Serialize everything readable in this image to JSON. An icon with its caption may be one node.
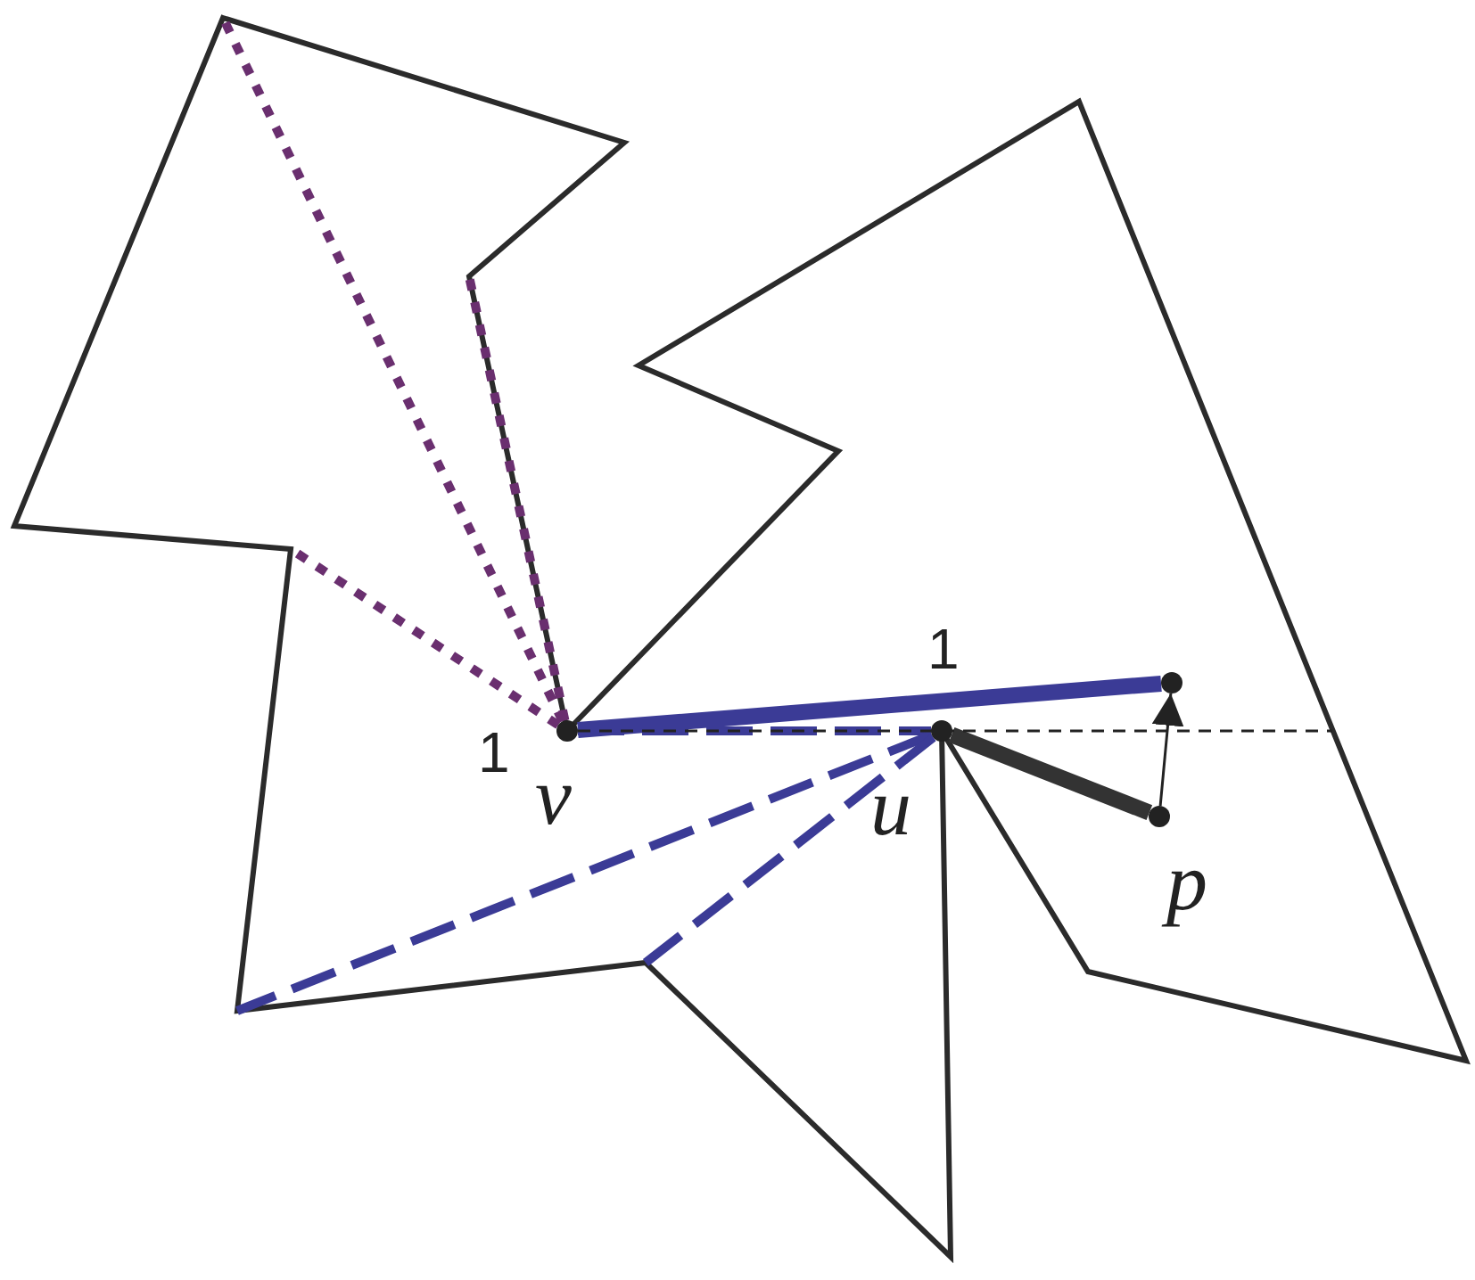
{
  "diagram": {
    "nodes": [
      {
        "text": [
          "v"
        ],
        "beside": [
          "1"
        ]
      },
      {
        "text": [
          "u"
        ]
      },
      {
        "text": [
          "p"
        ]
      },
      {
        "text": [],
        "shape": "circle"
      }
    ],
    "edges": [
      {
        "from": 0,
        "to": 3,
        "arrow": "none",
        "label": "1",
        "style": "thick",
        "color": "#3b3b96"
      },
      {
        "from": 0,
        "to": 1,
        "arrow": "none",
        "style": "dashed",
        "color": "#3b3b96"
      },
      {
        "from": 1,
        "to": 2,
        "arrow": "none",
        "style": "thick",
        "color": "#333333"
      },
      {
        "from": 2,
        "to": 3,
        "arrow": "to",
        "color": "#222222"
      },
      {
        "from": 1,
        "to": null,
        "arrow": "none",
        "style": "dashed",
        "color": "#3b3b96"
      },
      {
        "from": 1,
        "to": null,
        "arrow": "none",
        "style": "dashed",
        "color": "#3b3b96"
      },
      {
        "from": 0,
        "to": null,
        "arrow": "none",
        "style": "dashed",
        "color": "#6a2f6f"
      },
      {
        "from": 0,
        "to": null,
        "arrow": "none",
        "style": "dashed",
        "color": "#6a2f6f"
      },
      {
        "from": 0,
        "to": null,
        "arrow": "none",
        "style": "dashed",
        "color": "#6a2f6f"
      },
      {
        "from": 0,
        "to": null,
        "arrow": "none",
        "style": "dashed",
        "color": "#222222"
      }
    ]
  }
}
